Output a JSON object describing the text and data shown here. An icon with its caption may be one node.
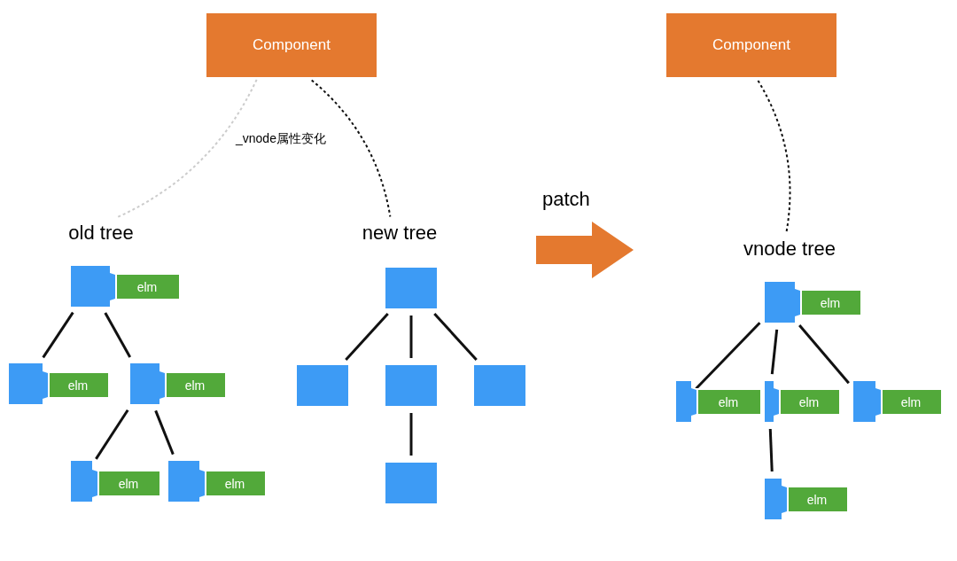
{
  "diagram": {
    "nodes": [
      {
        "text": [
          "Component"
        ]
      },
      {
        "text": [
          "Component"
        ]
      },
      {
        "text": [
          "old tree"
        ]
      },
      {
        "text": [
          "new tree"
        ]
      },
      {
        "text": [
          "vnode tree"
        ]
      },
      {
        "text": [],
        "shape": "box"
      },
      {
        "text": [
          "elm"
        ]
      },
      {
        "text": [],
        "shape": "box"
      },
      {
        "text": [
          "elm"
        ]
      },
      {
        "text": [],
        "shape": "box"
      },
      {
        "text": [
          "elm"
        ]
      },
      {
        "text": [],
        "shape": "box"
      },
      {
        "text": [
          "elm"
        ]
      },
      {
        "text": [],
        "shape": "box"
      },
      {
        "text": [
          "elm"
        ]
      },
      {
        "text": [],
        "shape": "box"
      },
      {
        "text": [],
        "shape": "box"
      },
      {
        "text": [],
        "shape": "box"
      },
      {
        "text": [],
        "shape": "box"
      },
      {
        "text": [],
        "shape": "box"
      },
      {
        "text": [],
        "shape": "box"
      },
      {
        "text": [
          "elm"
        ]
      },
      {
        "text": [],
        "shape": "box"
      },
      {
        "text": [
          "elm"
        ]
      },
      {
        "text": [],
        "shape": "box"
      },
      {
        "text": [
          "elm"
        ]
      },
      {
        "text": [],
        "shape": "box"
      },
      {
        "text": [
          "elm"
        ]
      },
      {
        "text": [],
        "shape": "box"
      },
      {
        "text": [
          "elm"
        ]
      }
    ],
    "edges": [
      {
        "from": 0,
        "to": 2,
        "arrow": "none",
        "style": "dashed",
        "color": "#cccccc"
      },
      {
        "from": 0,
        "to": 3,
        "arrow": "none",
        "style": "dashed"
      },
      {
        "from": 1,
        "to": 4,
        "arrow": "none",
        "style": "dashed"
      },
      {
        "from": 5,
        "to": 7,
        "arrow": "none"
      },
      {
        "from": 5,
        "to": 9,
        "arrow": "none"
      },
      {
        "from": 9,
        "to": 11,
        "arrow": "none"
      },
      {
        "from": 9,
        "to": 13,
        "arrow": "none"
      },
      {
        "from": 15,
        "to": 16,
        "arrow": "none"
      },
      {
        "from": 15,
        "to": 17,
        "arrow": "none"
      },
      {
        "from": 15,
        "to": 18,
        "arrow": "none"
      },
      {
        "from": 17,
        "to": 19,
        "arrow": "none"
      },
      {
        "from": 20,
        "to": 22,
        "arrow": "none"
      },
      {
        "from": 20,
        "to": 24,
        "arrow": "none"
      },
      {
        "from": 20,
        "to": 26,
        "arrow": "none"
      },
      {
        "from": 24,
        "to": 28,
        "arrow": "none"
      }
    ],
    "labels": [
      "_vnode属性变化",
      "patch"
    ]
  }
}
